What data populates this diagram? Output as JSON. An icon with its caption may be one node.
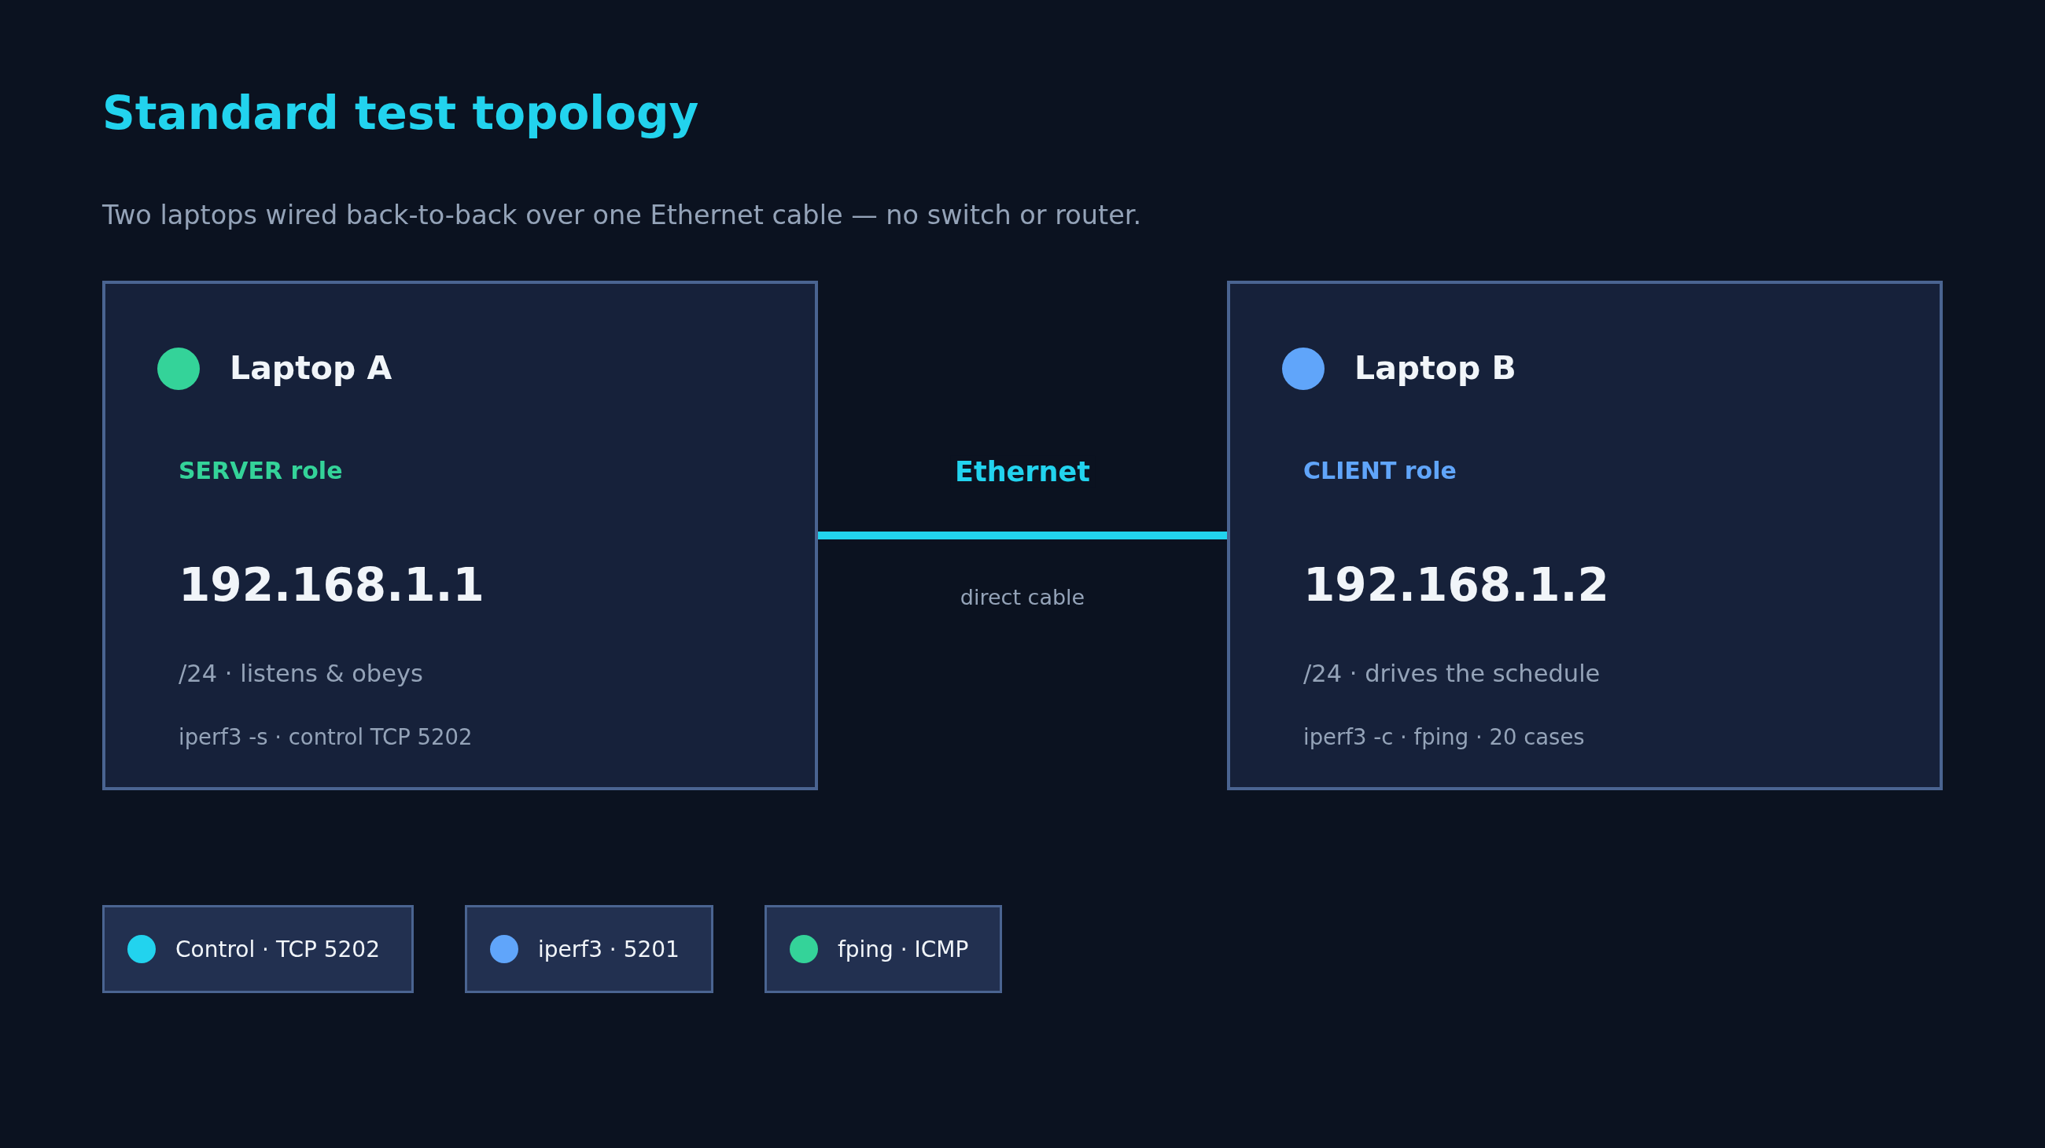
{
  "diagram": {
    "title": "Standard test topology",
    "nodes": [
      {
        "text": [
          "Laptop A",
          "SERVER role",
          "192.168.1.1",
          "/24 · listens & obeys",
          "iperf3 -s · control TCP 5202"
        ]
      },
      {
        "text": [
          "Laptop B",
          "CLIENT role",
          "192.168.1.2",
          "/24 · drives the schedule",
          "iperf3 -c · fping · 20 cases"
        ]
      }
    ],
    "edges": [
      {
        "from": 0,
        "to": 1,
        "arrow": "none",
        "label": "Ethernet"
      }
    ],
    "labels": [
      "Two laptops wired back-to-back over one Ethernet cable — no switch or router.",
      "direct cable"
    ],
    "legend": [
      {
        "text": "Control · TCP 5202",
        "color": "#22d3ee"
      },
      {
        "text": "iperf3 · 5201",
        "color": "#60a5fa"
      },
      {
        "text": "fping · ICMP",
        "color": "#34d399"
      }
    ]
  }
}
